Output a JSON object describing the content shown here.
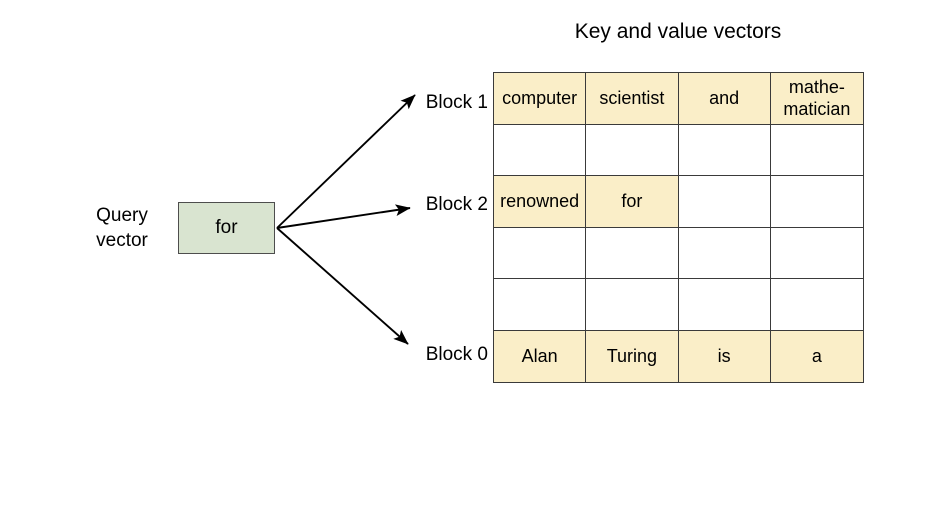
{
  "title": "Key and value vectors",
  "query": {
    "label": "Query\nvector",
    "label_line1": "Query",
    "label_line2": "vector",
    "token": "for",
    "fill_color": "#d9e4d0",
    "border_color": "#4d4d4d"
  },
  "arrows": [
    {
      "name": "arrow-to-block-1",
      "target": "Block 1"
    },
    {
      "name": "arrow-to-block-2",
      "target": "Block 2"
    },
    {
      "name": "arrow-to-block-0",
      "target": "Block 0"
    }
  ],
  "block_labels": [
    {
      "text": "Block 1",
      "row": 0
    },
    {
      "text": "Block 2",
      "row": 2
    },
    {
      "text": "Block 0",
      "row": 5
    }
  ],
  "grid": {
    "columns": 4,
    "rows": 6,
    "filled_color": "#faeec8",
    "empty_color": "#ffffff",
    "border_color": "#3a3a3a",
    "cells": [
      [
        {
          "text": "computer",
          "filled": true
        },
        {
          "text": "scientist",
          "filled": true
        },
        {
          "text": "and",
          "filled": true
        },
        {
          "text": "mathe-\nmatician",
          "filled": true
        }
      ],
      [
        {
          "text": "",
          "filled": false
        },
        {
          "text": "",
          "filled": false
        },
        {
          "text": "",
          "filled": false
        },
        {
          "text": "",
          "filled": false
        }
      ],
      [
        {
          "text": "renowned",
          "filled": true
        },
        {
          "text": "for",
          "filled": true
        },
        {
          "text": "",
          "filled": false
        },
        {
          "text": "",
          "filled": false
        }
      ],
      [
        {
          "text": "",
          "filled": false
        },
        {
          "text": "",
          "filled": false
        },
        {
          "text": "",
          "filled": false
        },
        {
          "text": "",
          "filled": false
        }
      ],
      [
        {
          "text": "",
          "filled": false
        },
        {
          "text": "",
          "filled": false
        },
        {
          "text": "",
          "filled": false
        },
        {
          "text": "",
          "filled": false
        }
      ],
      [
        {
          "text": "Alan",
          "filled": true
        },
        {
          "text": "Turing",
          "filled": true
        },
        {
          "text": "is",
          "filled": true
        },
        {
          "text": "a",
          "filled": true
        }
      ]
    ]
  }
}
